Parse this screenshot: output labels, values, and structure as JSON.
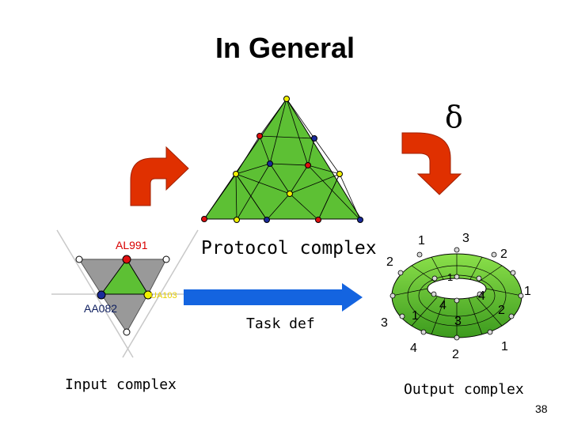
{
  "slide": {
    "title": "In General",
    "delta_symbol": "δ",
    "page_number": "38"
  },
  "labels": {
    "protocol_complex": "Protocol complex",
    "task_def": "Task def",
    "input_complex": "Input complex",
    "output_complex": "Output complex"
  },
  "input_complex": {
    "vertex_labels": [
      "AL991",
      "AA082"
    ],
    "obscured_label": "UA103",
    "colors": {
      "green": "#5dc034",
      "grey": "#999999",
      "red": "#e01010",
      "blue": "#1a2a9a",
      "yellow": "#f0f000"
    }
  },
  "output_complex": {
    "numbers": [
      "1",
      "3",
      "2",
      "2",
      "1",
      "1",
      "4",
      "4",
      "2",
      "1",
      "3",
      "3",
      "4",
      "2",
      "1"
    ]
  },
  "arrows": {
    "red": "#e03000",
    "blue": "#1464e0"
  }
}
